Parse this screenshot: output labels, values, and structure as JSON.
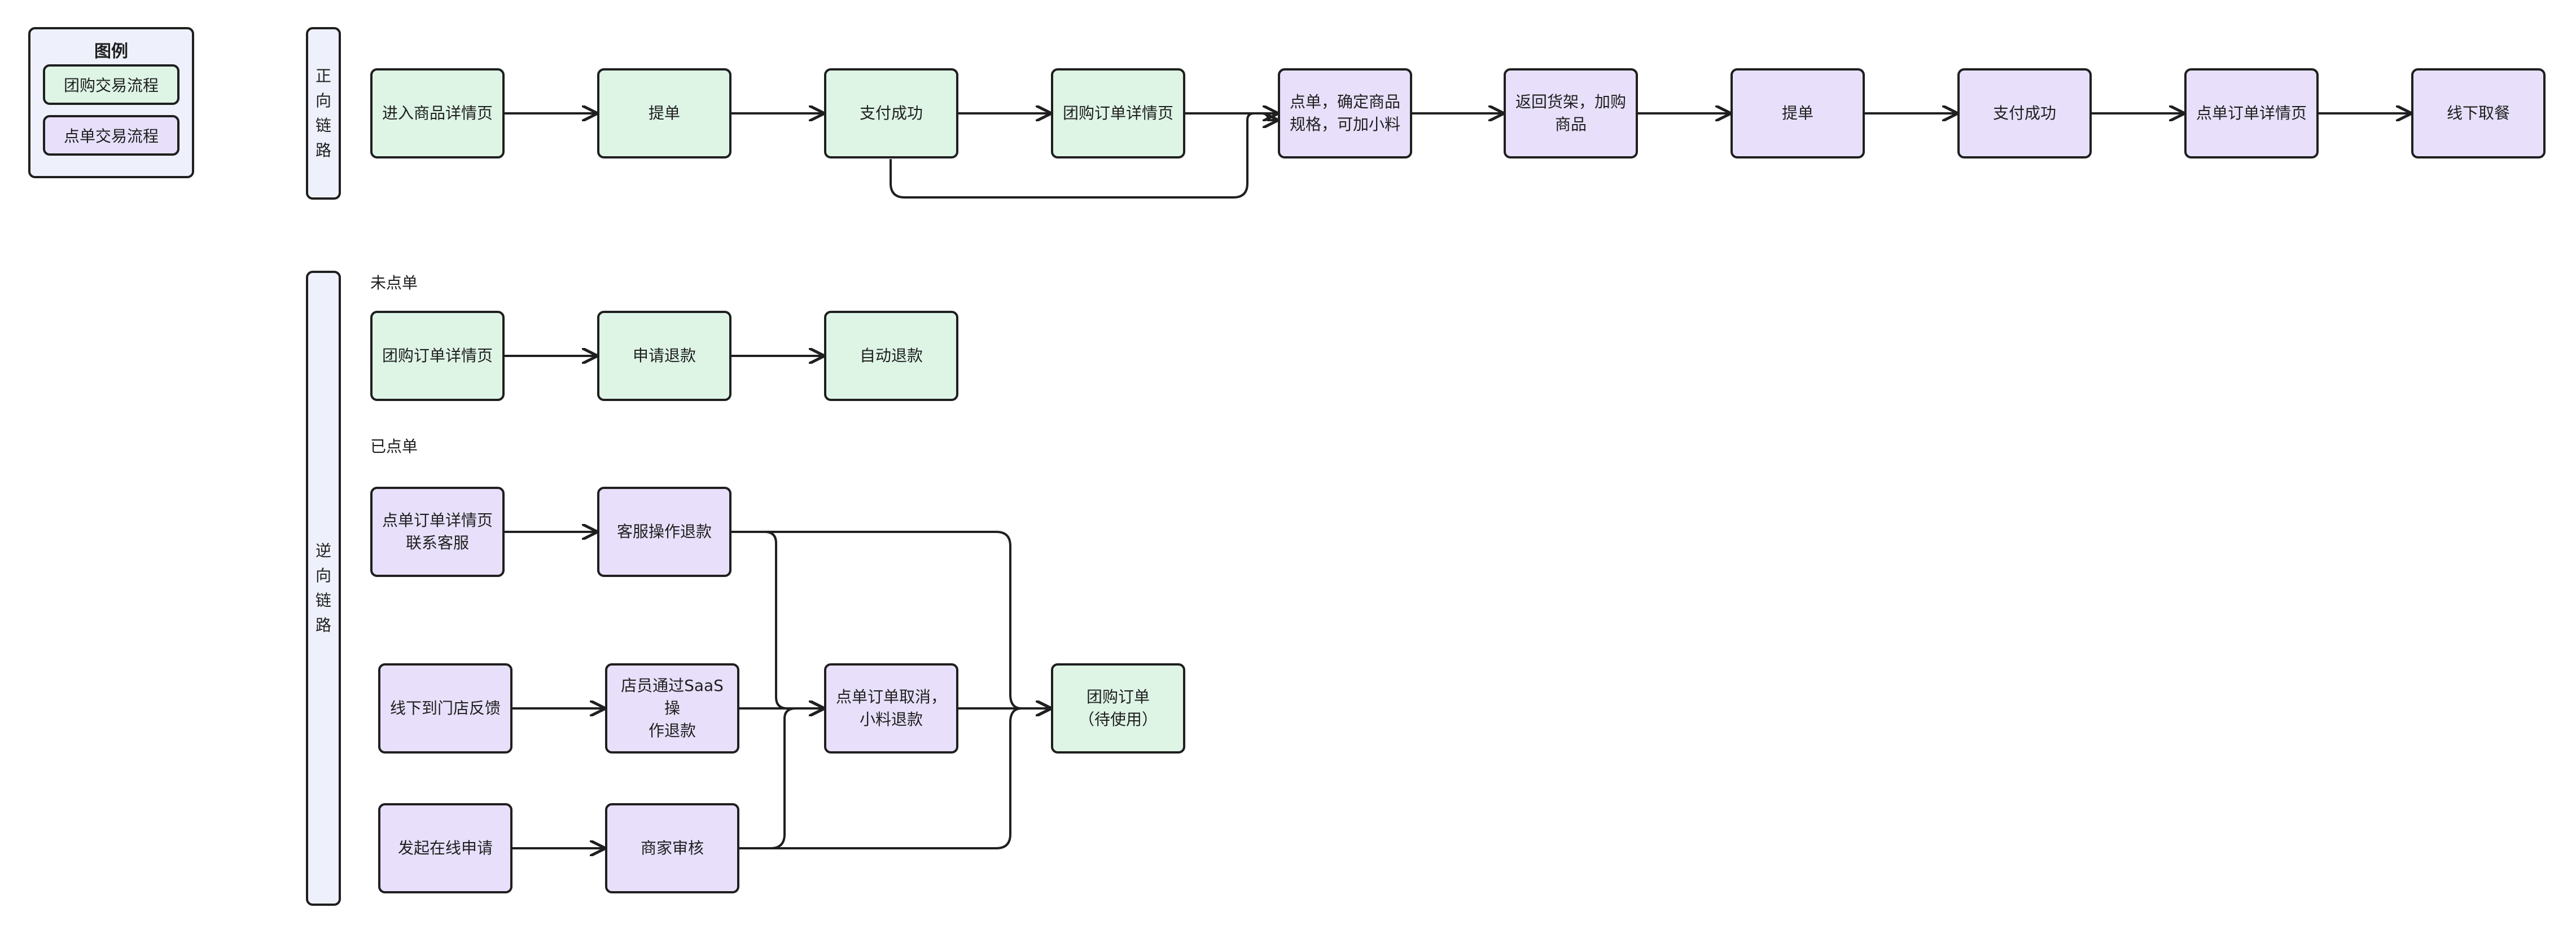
{
  "legend": {
    "title": "图例",
    "items": [
      {
        "label": "团购交易流程",
        "color": "#def5e6"
      },
      {
        "label": "点单交易流程",
        "color": "#e8e0fb"
      }
    ]
  },
  "lanes": {
    "forward": "正\n向\n链\n路",
    "reverse": "逆\n向\n链\n路"
  },
  "sections": {
    "not_ordered": "未点单",
    "ordered": "已点单"
  },
  "forward_nodes": [
    "进入商品详情页",
    "提单",
    "支付成功",
    "团购订单详情页",
    "点单，确定商品\n规格，可加小料",
    "返回货架，加购\n商品",
    "提单",
    "支付成功",
    "点单订单详情页",
    "线下取餐"
  ],
  "reverse_not_ordered": [
    "团购订单详情页",
    "申请退款",
    "自动退款"
  ],
  "reverse_ordered": {
    "contact_service": "点单订单详情页\n联系客服",
    "service_refund": "客服操作退款",
    "offline_feedback": "线下到门店反馈",
    "saas_refund": "店员通过SaaS操\n作退款",
    "online_apply": "发起在线申请",
    "merchant_review": "商家审核",
    "order_cancel": "点单订单取消，\n小料退款",
    "group_order": "团购订单\n（待使用）"
  },
  "colors": {
    "group": "#def5e6",
    "order": "#e8e0fb",
    "lane": "#eef1fb",
    "stroke": "#1f1f1f"
  }
}
